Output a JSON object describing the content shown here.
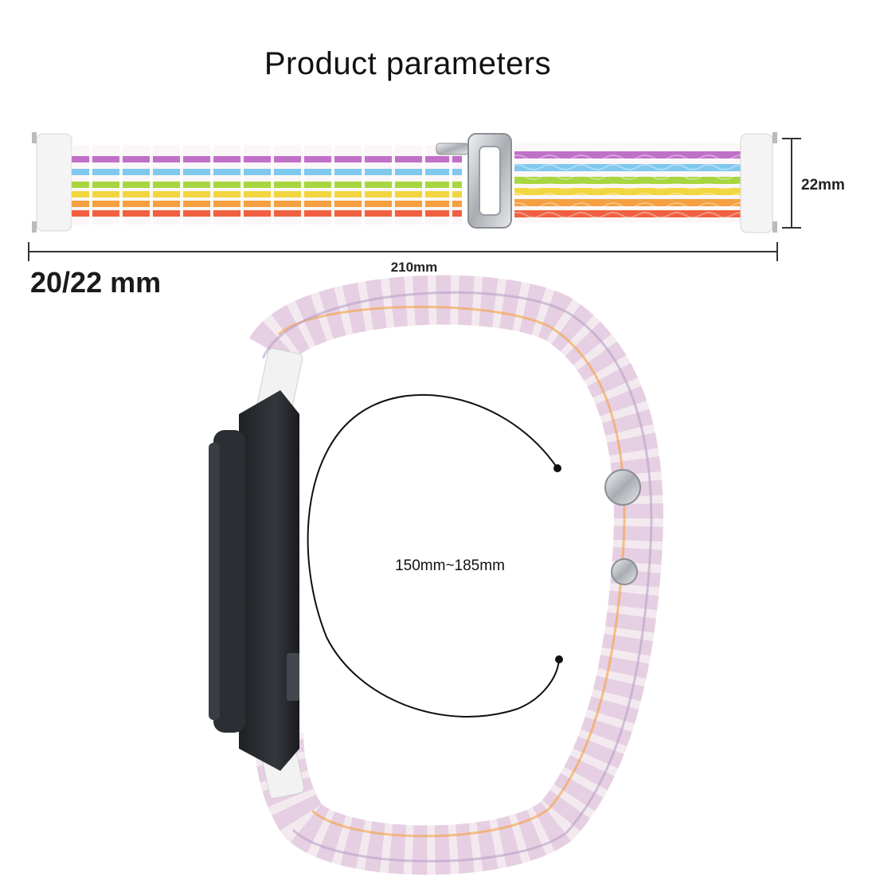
{
  "header": {
    "title": "Product parameters"
  },
  "dimensions": {
    "width_label": "22mm",
    "length_label": "210mm",
    "circumference_label": "150mm~185mm",
    "size_options_label": "20/22 mm"
  },
  "colors": {
    "stripes": [
      "#c070c8",
      "#7fc8ee",
      "#a8d640",
      "#f2d640",
      "#f5a040",
      "#f06040"
    ],
    "watch_body": "#2a2d31",
    "buckle": "#c8ccd0"
  }
}
